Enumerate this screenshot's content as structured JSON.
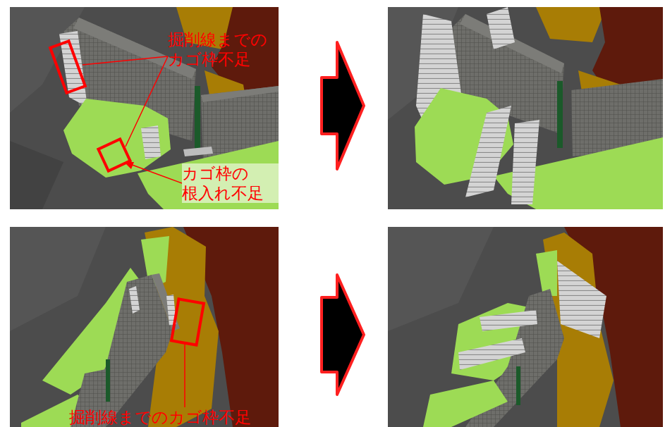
{
  "diagram": {
    "labels": [
      "掘削線までの カゴ枠不足",
      "カゴ枠の 根入れ不足",
      "掘削線までのカゴ枠不足"
    ]
  }
}
